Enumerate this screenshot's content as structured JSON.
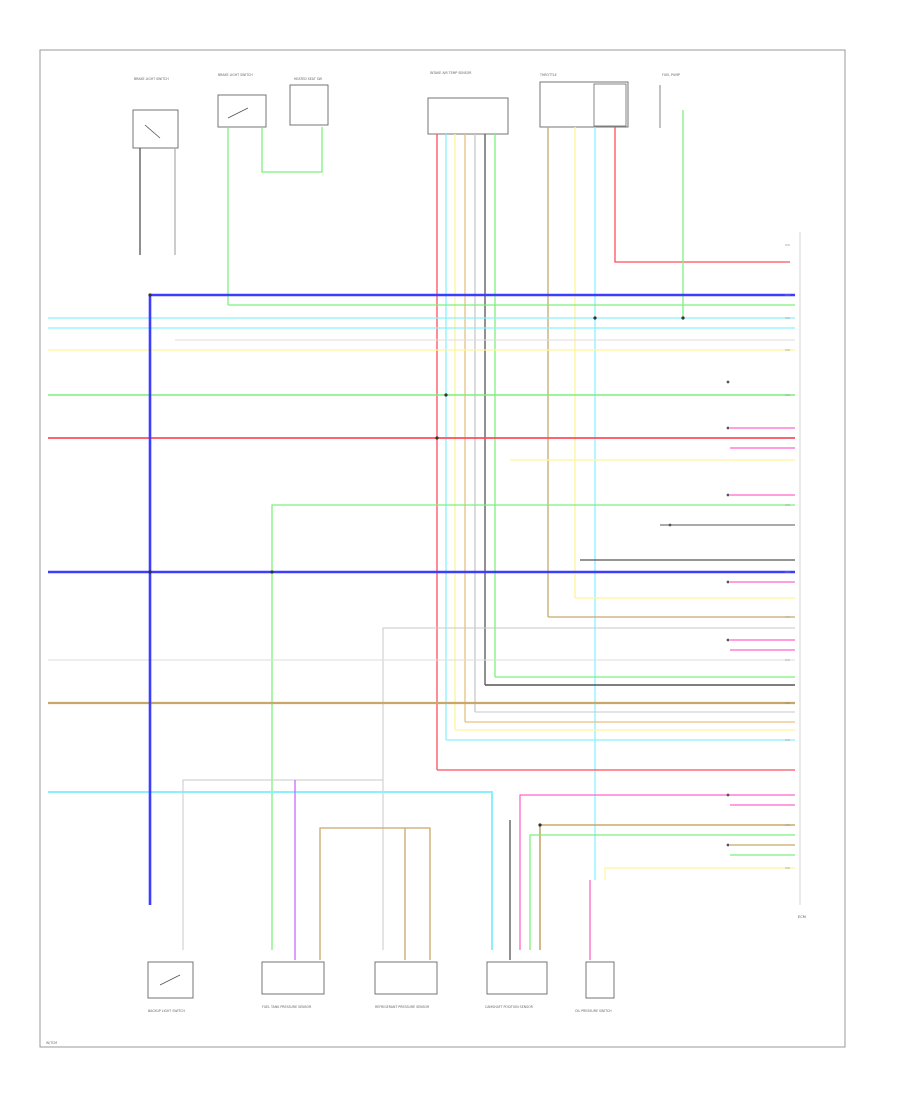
{
  "colors": {
    "blue": "#3d3dff",
    "cyan": "#8af0ff",
    "yellow": "#fff59a",
    "green": "#7cf07c",
    "red": "#ff4d5e",
    "pink": "#ff66cc",
    "tan": "#c8a86a",
    "orange": "#e0a050",
    "gray": "#b0b0b0",
    "dark": "#555555",
    "violet": "#cc66ff",
    "frame": "#999999"
  },
  "components": {
    "top_1": "BRAKE LIGHT SWITCH",
    "top_2": "BRAKE LIGHT SWITCH",
    "top_3": "HEATED SEAT SW",
    "top_4": "INTAKE AIR TEMP SENSOR",
    "top_5": "THROTTLE",
    "top_6": "FUEL PUMP",
    "right_ecm": "ECM",
    "bottom_1": "BACKUP LIGHT SWITCH",
    "bottom_2": "FUEL TANK PRESSURE SENSOR",
    "bottom_3": "REFRIGERANT PRESSURE SENSOR",
    "bottom_4": "CAMSHAFT POSITION SENSOR",
    "bottom_5": "OIL PRESSURE SWITCH"
  },
  "notes": {
    "page_ref": "W/TCM"
  }
}
